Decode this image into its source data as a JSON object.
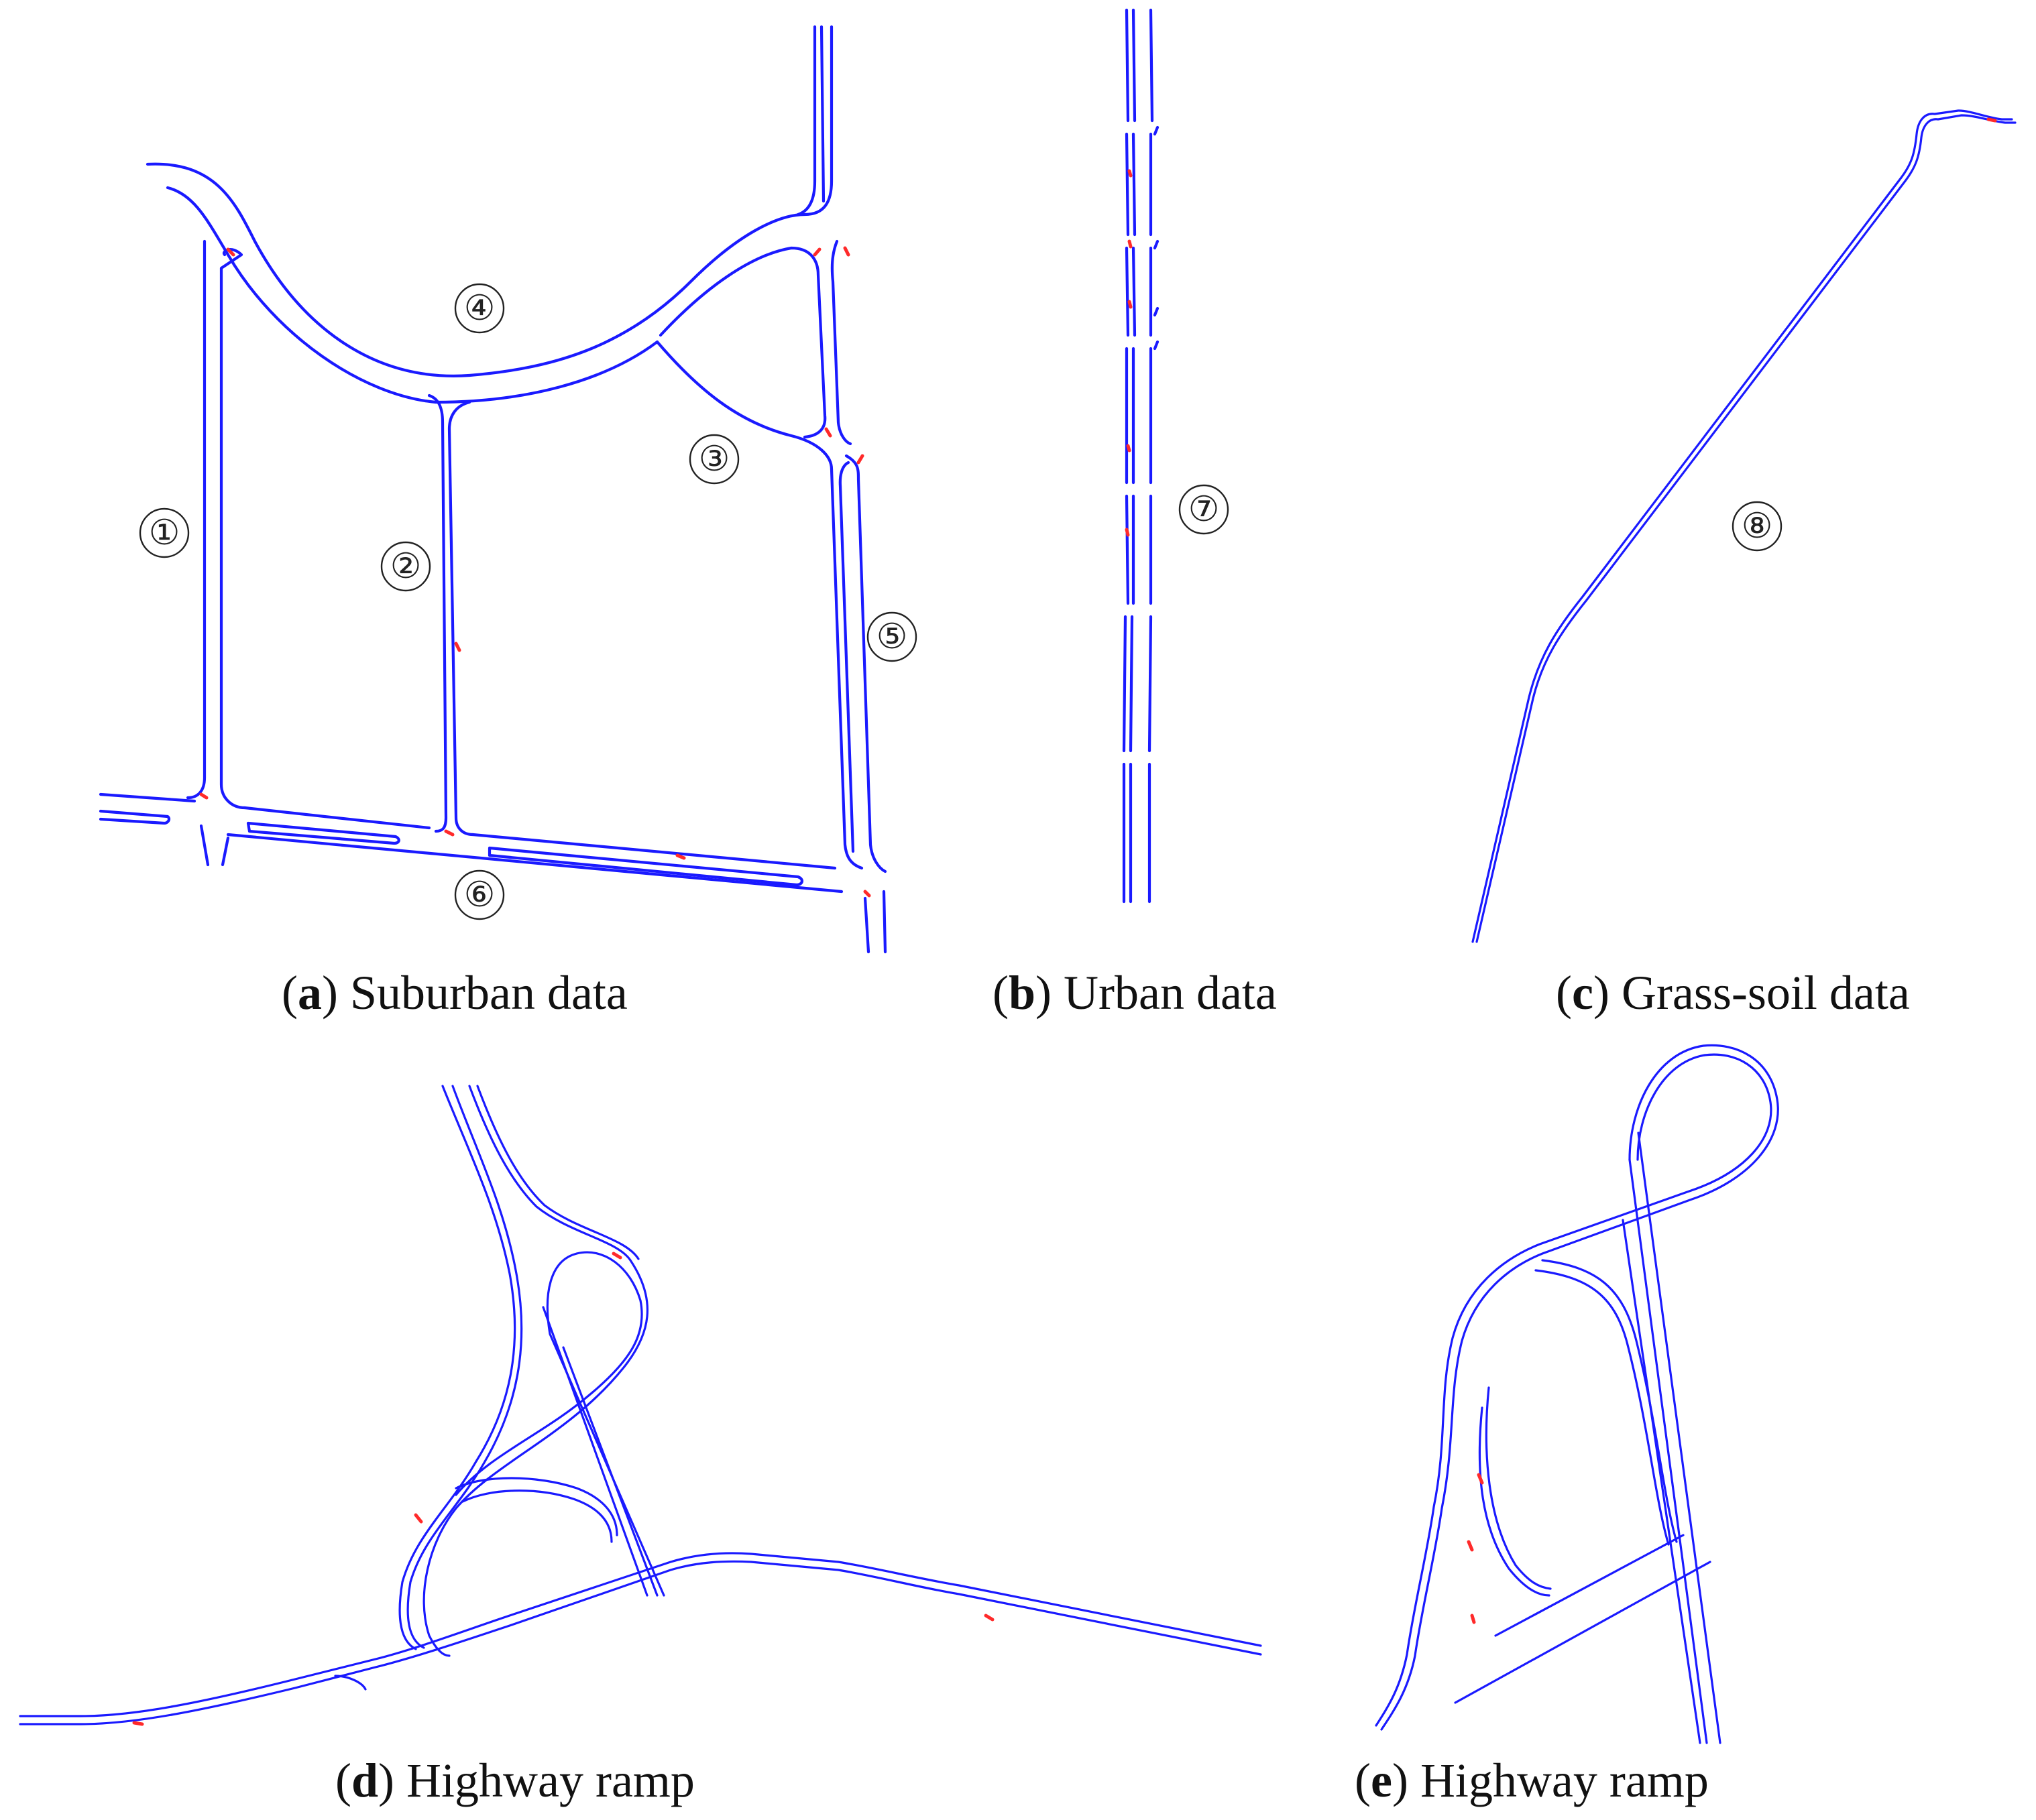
{
  "panels": [
    {
      "letter": "a",
      "caption": "Suburban data"
    },
    {
      "letter": "b",
      "caption": "Urban data"
    },
    {
      "letter": "c",
      "caption": "Grass-soil data"
    },
    {
      "letter": "d",
      "caption": "Highway ramp"
    },
    {
      "letter": "e",
      "caption": "Highway ramp"
    }
  ],
  "markers": [
    "①",
    "②",
    "③",
    "④",
    "⑤",
    "⑥",
    "⑦",
    "⑧"
  ],
  "colors": {
    "road": "#1a1aff",
    "error": "#ff2a2a"
  }
}
